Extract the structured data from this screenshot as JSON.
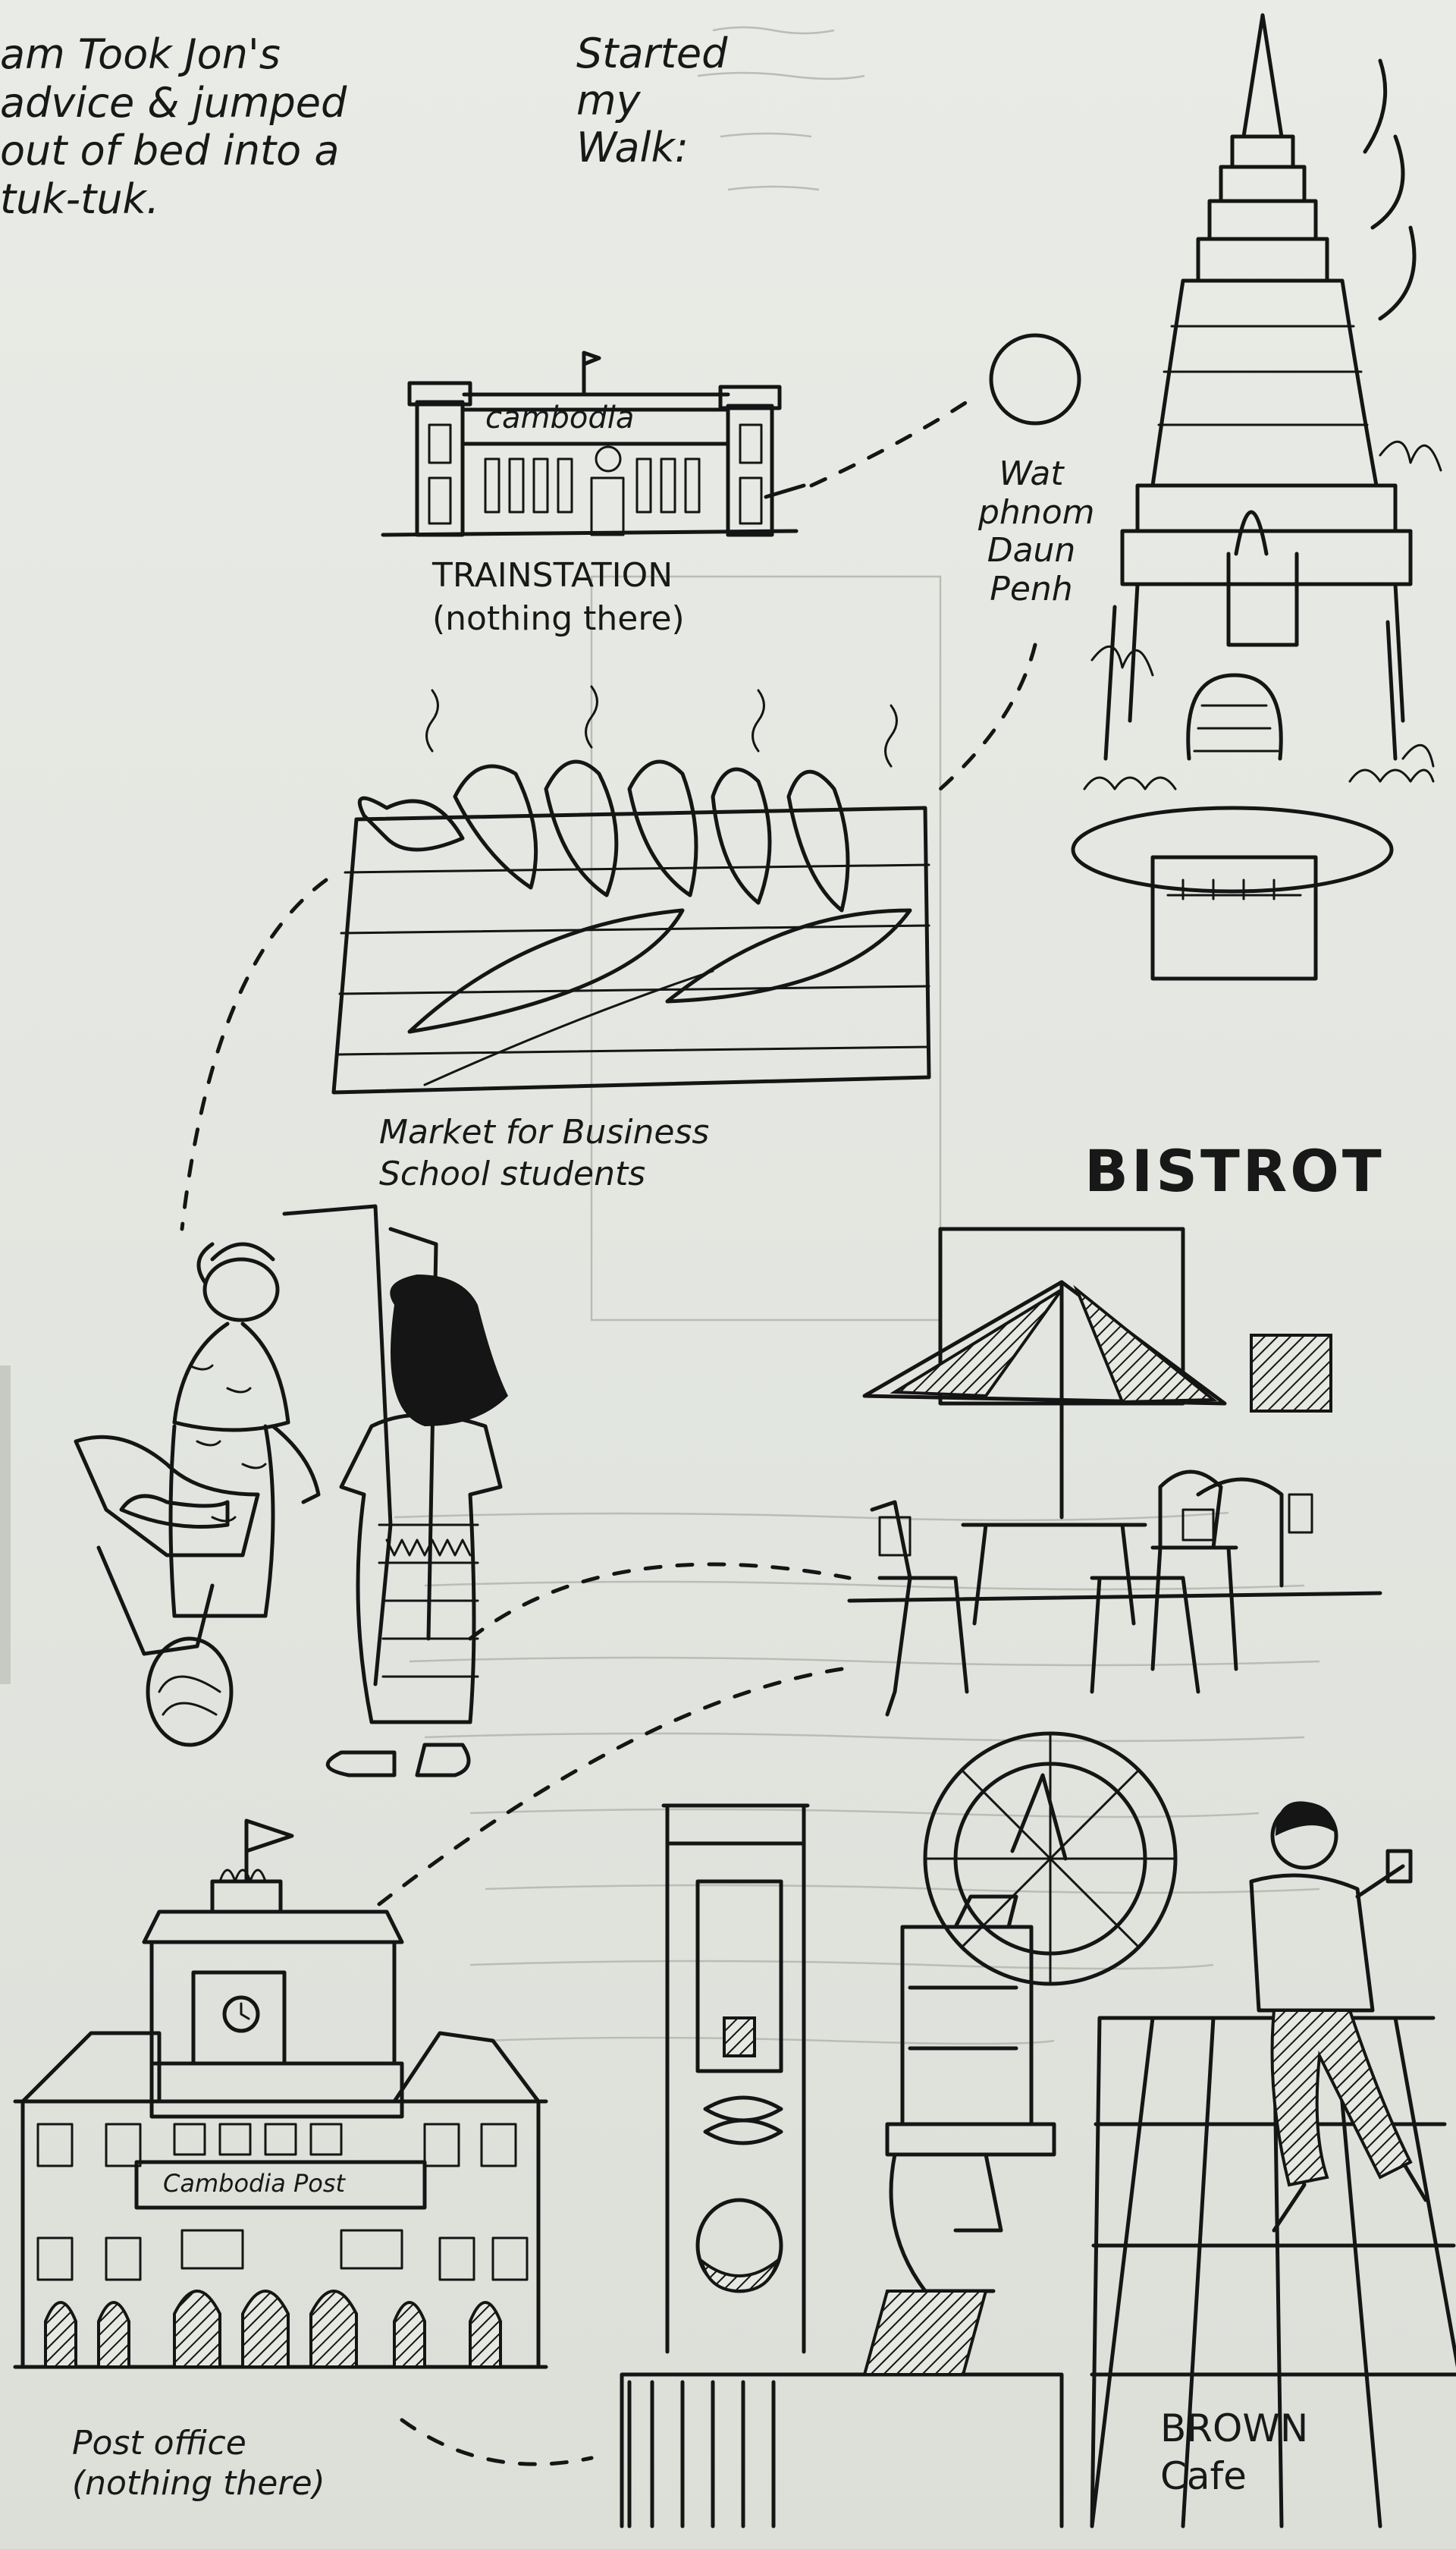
{
  "notes": {
    "intro": "am Took Jon's\nadvice & jumped\nout of bed into a\ntuk-tuk.",
    "walk_start": "Started my\nWalk:"
  },
  "stops": {
    "train_station": {
      "sign": "cambodia",
      "label": "TRAINSTATION\n(nothing there)"
    },
    "wat": {
      "label": "Wat\nphnom\nDaun\nPenh"
    },
    "market": {
      "label": "Market for Business\nSchool students"
    },
    "bistrot": {
      "label": "BISTROT"
    },
    "post_office": {
      "sign": "Cambodia Post",
      "label": "Post office\n(nothing there)"
    },
    "cafe": {
      "label": "BROWN\nCafe"
    }
  }
}
